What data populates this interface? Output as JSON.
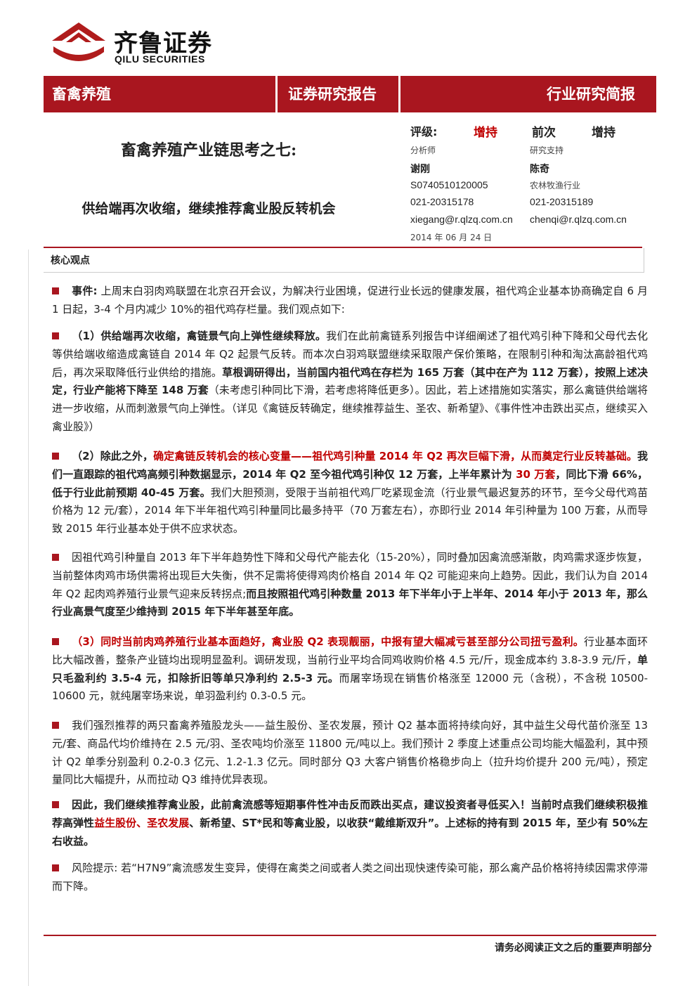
{
  "brand": {
    "name_cn": "齐鲁证券",
    "name_en": "QILU SECURITIES"
  },
  "banner": {
    "sector": "畜禽养殖",
    "doc_type": "证券研究报告",
    "report_kind": "行业研究简报"
  },
  "report": {
    "title": "畜禽养殖产业链思考之七:",
    "subtitle": "供给端再次收缩，继续推荐禽业股反转机会"
  },
  "rating": {
    "label": "评级:",
    "value": "增持",
    "prev_label": "前次",
    "prev_value": "增持"
  },
  "analyst": {
    "role": "分析师",
    "name": "谢刚",
    "cert": "S0740510120005",
    "phone": "021-20315178",
    "email": "xiegang@r.qlzq.com.cn"
  },
  "support": {
    "role": "研究支持",
    "name": "陈奇",
    "dept": "农林牧渔行业",
    "phone": "021-20315189",
    "email": "chenqi@r.qlzq.com.cn"
  },
  "date": "2014 年 06 月 24 日",
  "core_label": "核心观点",
  "paragraphs": {
    "p1": {
      "a": "事件:",
      "b": " 上周末白羽肉鸡联盟在北京召开会议，为解决行业困境，促进行业长远的健康发展，祖代鸡企业基本协商确定自 6 月 1 日起，3-4 个月内减少 10%的祖代鸡存栏量。我们观点如下:"
    },
    "p2": {
      "a": "（1）供给端再次收缩，禽链景气向上弹性继续释放。",
      "b": "我们在此前禽链系列报告中详细阐述了祖代鸡引种下降和父母代去化等供给端收缩造成禽链自 2014 年 Q2 起景气反转。而本次白羽鸡联盟继续采取限产保价策略，在限制引种和淘汰高龄祖代鸡后，再次采取降低行业供给的措施。",
      "c": "草根调研得出，当前国内祖代鸡在存栏为 165 万套（其中在产为 112 万套），按照上述决定，行业产能将下降至 148 万套",
      "d": "（未考虑引种同比下滑，若考虑将降低更多）。因此，若上述措施如实落实，那么禽链供给端将进一步收缩，从而刺激景气向上弹性。（详见《禽链反转确定，继续推荐益生、圣农、新希望》、《事件性冲击跌出买点，继续买入禽业股》）"
    },
    "p3": {
      "a": "（2）除此之外，",
      "b": "确定禽链反转机会的核心变量——祖代鸡引种量 2014 年 Q2 再次巨幅下滑，从而奠定行业反转基础。",
      "c": "我们一直跟踪的祖代鸡高频引种数据显示，2014 年 Q2 至今祖代鸡引种仅 12 万套，上半年累计为 ",
      "d": "30 万套",
      "e": "，同比下滑 66%，低于行业此前预期 40-45 万套。",
      "f": "我们大胆预测，受限于当前祖代鸡厂吃紧现金流（行业景气最迟复苏的环节，至今父母代鸡苗价格为 12 元/套），2014 年下半年祖代鸡引种量同比最多持平（70 万套左右），亦即行业 2014 年引种量为 100 万套，从而导致 2015 年行业基本处于供不应求状态。"
    },
    "p4": {
      "a": "因祖代鸡引种量自 2013 年下半年趋势性下降和父母代产能去化（15-20%），同时叠加因禽流感渐散，肉鸡需求逐步恢复，当前整体肉鸡市场供需将出现巨大失衡，供不足需将使得鸡肉价格自 2014 年 Q2 可能迎来向上趋势。因此，我们认为自 2014 年 Q2 起肉鸡养殖行业景气迎来反转拐点;",
      "b": "而且按照祖代鸡引种数量 2013 年下半年小于上半年、2014 年小于 2013 年，那么行业高景气度至少维持到 2015 年下半年甚至年底。"
    },
    "p5": {
      "a": "（3）同时当前肉鸡养殖行业基本面趋好，禽业股 Q2 表现靓丽，中报有望大幅减亏甚至部分公司扭亏盈利。",
      "b": "行业基本面环比大幅改善，整条产业链均出现明显盈利。调研发现，当前行业平均合同鸡收购价格 4.5 元/斤，现金成本约 3.8-3.9 元/斤，",
      "c": "单只毛盈利约 3.5-4 元，扣除折旧等单只净利约 2.5-3 元。",
      "d": "而屠宰场现在销售价格涨至 12000 元（含税），不含税 10500-10600 元，就纯屠宰场来说，单羽盈利约 0.3-0.5 元。"
    },
    "p6": {
      "a": "我们强烈推荐的两只畜禽养殖股龙头——益生股份、圣农发展，预计 Q2 基本面将持续向好，其中益生父母代苗价涨至 13 元/套、商品代均价维持在 2.5 元/羽、圣农吨均价涨至 11800 元/吨以上。我们预计 2 季度上述重点公司均能大幅盈利，其中预计 Q2 单季分别盈利 0.2-0.3 亿元、1.2-1.3 亿元。同时部分 Q3 大客户销售价格稳步向上（拉升均价提升 200 元/吨），预定量同比大幅提升，从而拉动 Q3 维持优异表现。"
    },
    "p7": {
      "a": "因此，我们继续推荐禽业股，此前禽流感等短期事件性冲击反而跌出买点，建议投资者寻低买入！当前时点我们继续积极推荐高弹性",
      "b": "益生股份、圣农发展",
      "c": "、新希望、ST*民和等禽业股，以收获“戴维斯双升”。上述标的持有到 2015 年，至少有 50%左右收益。"
    },
    "p8": {
      "a": "风险提示: 若“H7N9”禽流感发生变异，使得在禽类之间或者人类之间出现快速传染可能，那么禽产品价格将持续因需求停滞而下降。"
    }
  },
  "footer": "请务必阅读正文之后的重要声明部分",
  "colors": {
    "brand_red": "#a9161f",
    "highlight_red": "#c00000"
  }
}
